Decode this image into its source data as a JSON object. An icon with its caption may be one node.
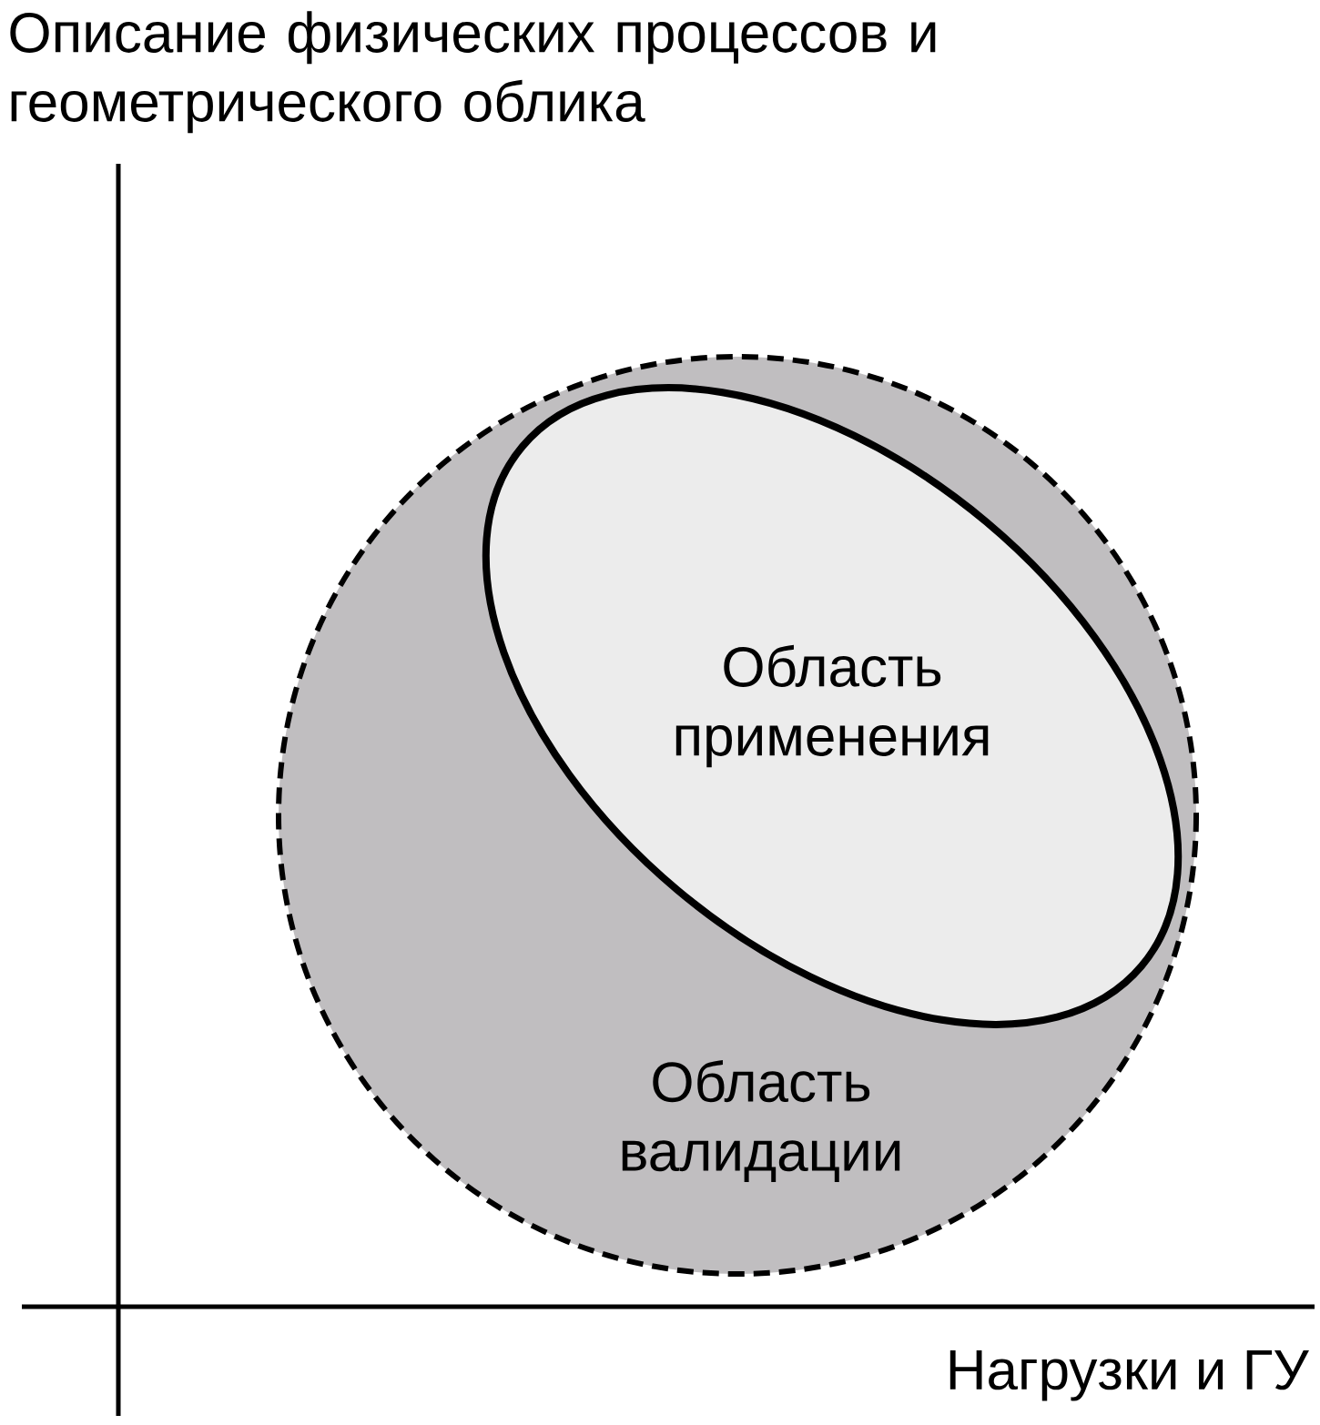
{
  "diagram": {
    "nodes": [
      {
        "text": [
          "Область валидации"
        ]
      },
      {
        "text": [
          "Область применения"
        ],
        "in": 0
      }
    ],
    "labels": [
      "Описание физических процессов и геометрического облика",
      "Нагрузки и ГУ"
    ]
  }
}
